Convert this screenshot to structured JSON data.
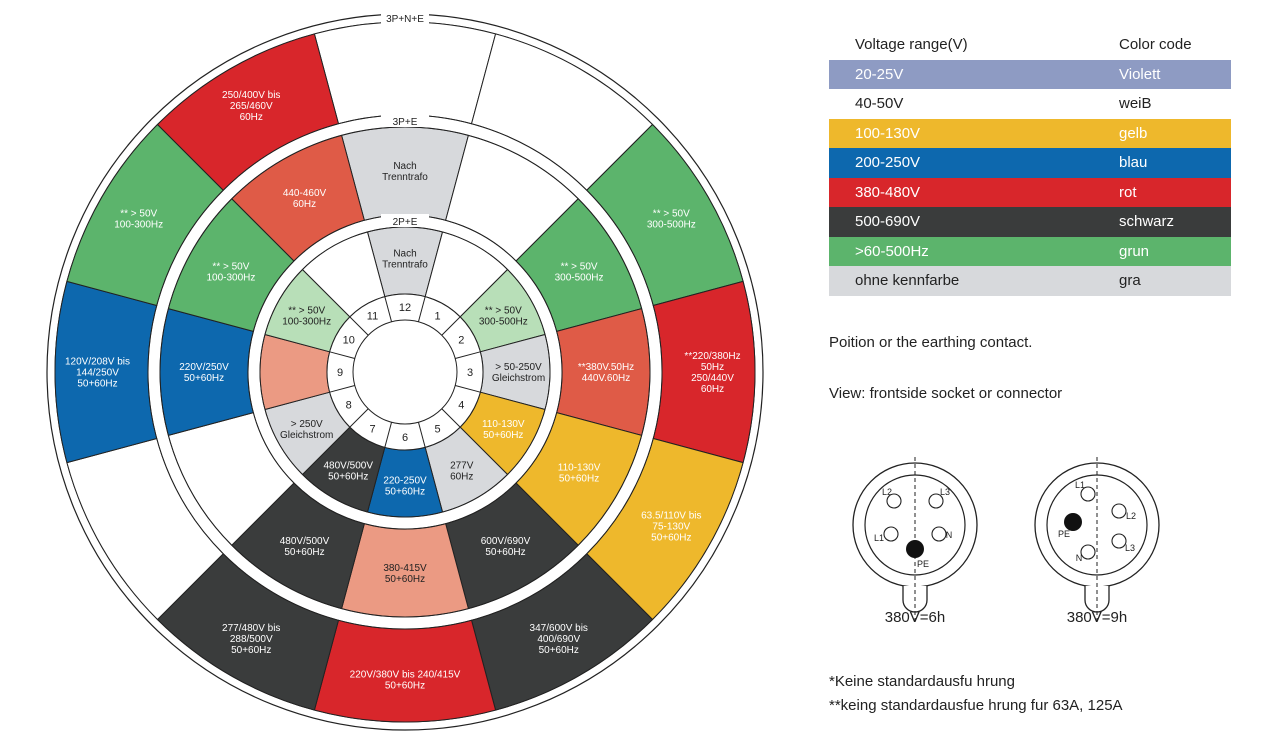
{
  "colors": {
    "violet": "#8e9bc3",
    "white": "#ffffff",
    "yellow": "#eeb82c",
    "blue": "#0d68ae",
    "red": "#d8262b",
    "black": "#3a3c3c",
    "green": "#5cb46c",
    "grey": "#d7d9dc",
    "salmon": "#eb9a83",
    "light_green": "#b8dfb8",
    "dark_salmon": "#df5b47"
  },
  "wheel": {
    "ring_labels": {
      "outer": "3P+N+E",
      "middle": "3P+E",
      "inner": "2P+E"
    },
    "positions": [
      "12",
      "1",
      "2",
      "3",
      "4",
      "5",
      "6",
      "7",
      "8",
      "9",
      "10",
      "11"
    ],
    "inner": [
      {
        "pos": 12,
        "color": "grey",
        "text": "Nach|Trenntrafo"
      },
      {
        "pos": 1,
        "color": "white",
        "text": ""
      },
      {
        "pos": 2,
        "color": "light_green",
        "text": "** > 50V|300-500Hz"
      },
      {
        "pos": 3,
        "color": "grey",
        "text": "> 50-250V|Gleichstrom"
      },
      {
        "pos": 4,
        "color": "yellow",
        "text": "110-130V|50+60Hz"
      },
      {
        "pos": 5,
        "color": "grey",
        "text": "277V|60Hz"
      },
      {
        "pos": 6,
        "color": "blue",
        "text": "220-250V|50+60Hz"
      },
      {
        "pos": 7,
        "color": "black",
        "text": "480V/500V|50+60Hz"
      },
      {
        "pos": 8,
        "color": "grey",
        "text": "> 250V|Gleichstrom"
      },
      {
        "pos": 9,
        "color": "salmon",
        "text": ""
      },
      {
        "pos": 10,
        "color": "light_green",
        "text": "** > 50V|100-300Hz"
      },
      {
        "pos": 11,
        "color": "white",
        "text": ""
      }
    ],
    "middle": [
      {
        "pos": 12,
        "color": "grey",
        "text": "Nach|Trenntrafo"
      },
      {
        "pos": 1,
        "color": "white",
        "text": ""
      },
      {
        "pos": 2,
        "color": "green",
        "text": "** > 50V|300-500Hz"
      },
      {
        "pos": 3,
        "color": "dark_salmon",
        "text": "**380V.50Hz|440V.60Hz"
      },
      {
        "pos": 4,
        "color": "yellow",
        "text": "110-130V|50+60Hz"
      },
      {
        "pos": 5,
        "color": "black",
        "text": "600V/690V|50+60Hz"
      },
      {
        "pos": 6,
        "color": "salmon",
        "text": "380-415V|50+60Hz"
      },
      {
        "pos": 7,
        "color": "black",
        "text": "480V/500V|50+60Hz"
      },
      {
        "pos": 8,
        "color": "white",
        "text": ""
      },
      {
        "pos": 9,
        "color": "blue",
        "text": "220V/250V|50+60Hz"
      },
      {
        "pos": 10,
        "color": "green",
        "text": "** > 50V|100-300Hz"
      },
      {
        "pos": 11,
        "color": "dark_salmon",
        "text": "440-460V|60Hz"
      }
    ],
    "outer": [
      {
        "pos": 12,
        "color": "white",
        "text": ""
      },
      {
        "pos": 1,
        "color": "white",
        "text": ""
      },
      {
        "pos": 2,
        "color": "green",
        "text": "** > 50V|300-500Hz"
      },
      {
        "pos": 3,
        "color": "red",
        "text": "**220/380Hz|50Hz|250/440V|60Hz"
      },
      {
        "pos": 4,
        "color": "yellow",
        "text": "63.5/110V bis|75-130V|50+60Hz"
      },
      {
        "pos": 5,
        "color": "black",
        "text": "347/600V bis|400/690V|50+60Hz"
      },
      {
        "pos": 6,
        "color": "red",
        "text": "220V/380V bis 240/415V|50+60Hz"
      },
      {
        "pos": 7,
        "color": "black",
        "text": "277/480V bis|288/500V|50+60Hz"
      },
      {
        "pos": 8,
        "color": "white",
        "text": ""
      },
      {
        "pos": 9,
        "color": "blue",
        "text": "120V/208V bis|144/250V|50+60Hz"
      },
      {
        "pos": 10,
        "color": "green",
        "text": "** > 50V|100-300Hz"
      },
      {
        "pos": 11,
        "color": "red",
        "text": "250/400V bis|265/460V|60Hz"
      }
    ]
  },
  "legend": {
    "header": {
      "range": "Voltage range(V)",
      "code": "Color code"
    },
    "rows": [
      {
        "range": "20-25V",
        "code": "Violett",
        "bg": "#8e9bc3",
        "fg": "#ffffff"
      },
      {
        "range": "40-50V",
        "code": "weiB",
        "bg": "#ffffff",
        "fg": "#222222"
      },
      {
        "range": "100-130V",
        "code": "gelb",
        "bg": "#eeb82c",
        "fg": "#ffffff"
      },
      {
        "range": "200-250V",
        "code": "blau",
        "bg": "#0d68ae",
        "fg": "#ffffff"
      },
      {
        "range": "380-480V",
        "code": "rot",
        "bg": "#d8262b",
        "fg": "#ffffff"
      },
      {
        "range": "500-690V",
        "code": "schwarz",
        "bg": "#3a3c3c",
        "fg": "#ffffff"
      },
      {
        "range": ">60-500Hz",
        "code": "grun",
        "bg": "#5cb46c",
        "fg": "#ffffff"
      },
      {
        "range": "ohne kennfarbe",
        "code": "gra",
        "bg": "#d7d9dc",
        "fg": "#222222"
      }
    ]
  },
  "earthing": {
    "line1": "Poition or the earthing contact.",
    "line2": "View: frontside socket or connector",
    "diagrams": [
      {
        "label": "380V=6h",
        "pins": {
          "L1": "L1",
          "L2": "L2",
          "L3": "L3",
          "N": "N",
          "PE": "PE"
        }
      },
      {
        "label": "380V=9h",
        "pins": {
          "L1": "L1",
          "L2": "L2",
          "L3": "L3",
          "N": "N",
          "PE": "PE"
        }
      }
    ]
  },
  "footnotes": {
    "f1": "*Keine standardausfu hrung",
    "f2": "**keing standardausfue hrung fur 63A, 125A"
  }
}
